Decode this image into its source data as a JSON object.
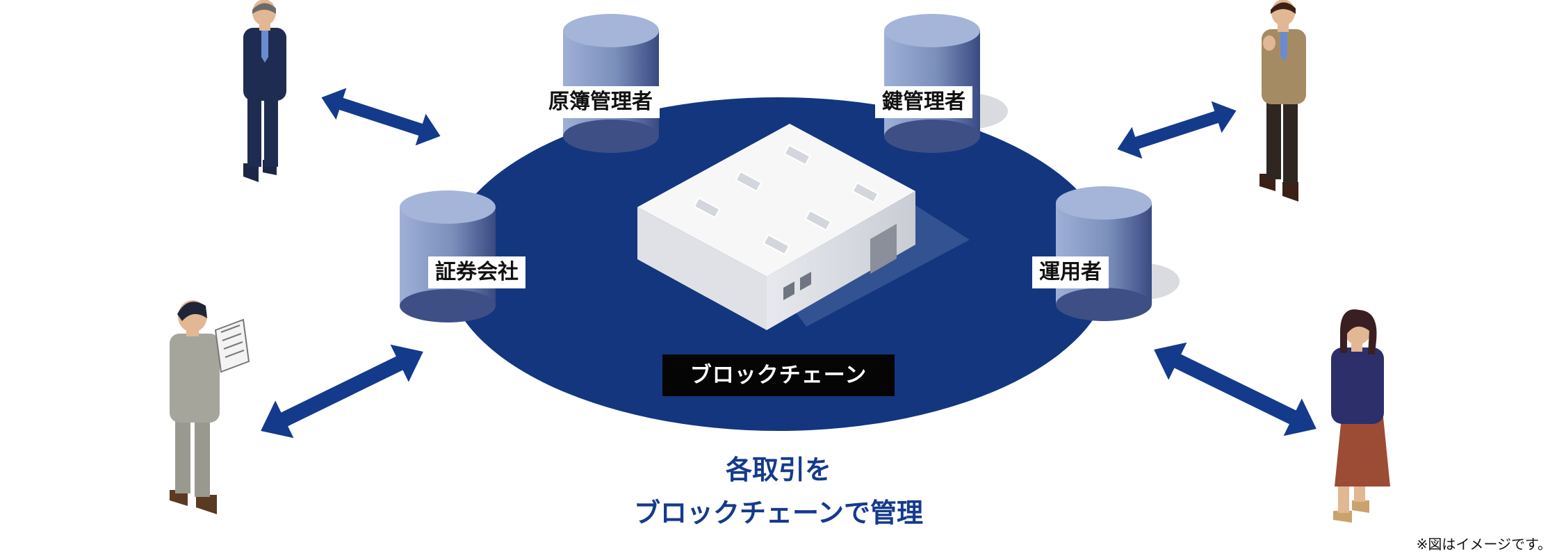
{
  "labels": {
    "ledger_manager": "原簿管理者",
    "key_manager": "鍵管理者",
    "securities_company": "証券会社",
    "operator": "運用者"
  },
  "blockchain_label": "ブロックチェーン",
  "caption": {
    "line1": "各取引を",
    "line2": "ブロックチェーンで管理"
  },
  "footnote": "※図はイメージです。",
  "colors": {
    "disc": "#13367f",
    "arrow": "#143a8c",
    "cylinder": "#8b9ec6",
    "caption": "#143a8c"
  },
  "icons": [
    "database-cylinder",
    "server-building",
    "person",
    "double-arrow"
  ]
}
